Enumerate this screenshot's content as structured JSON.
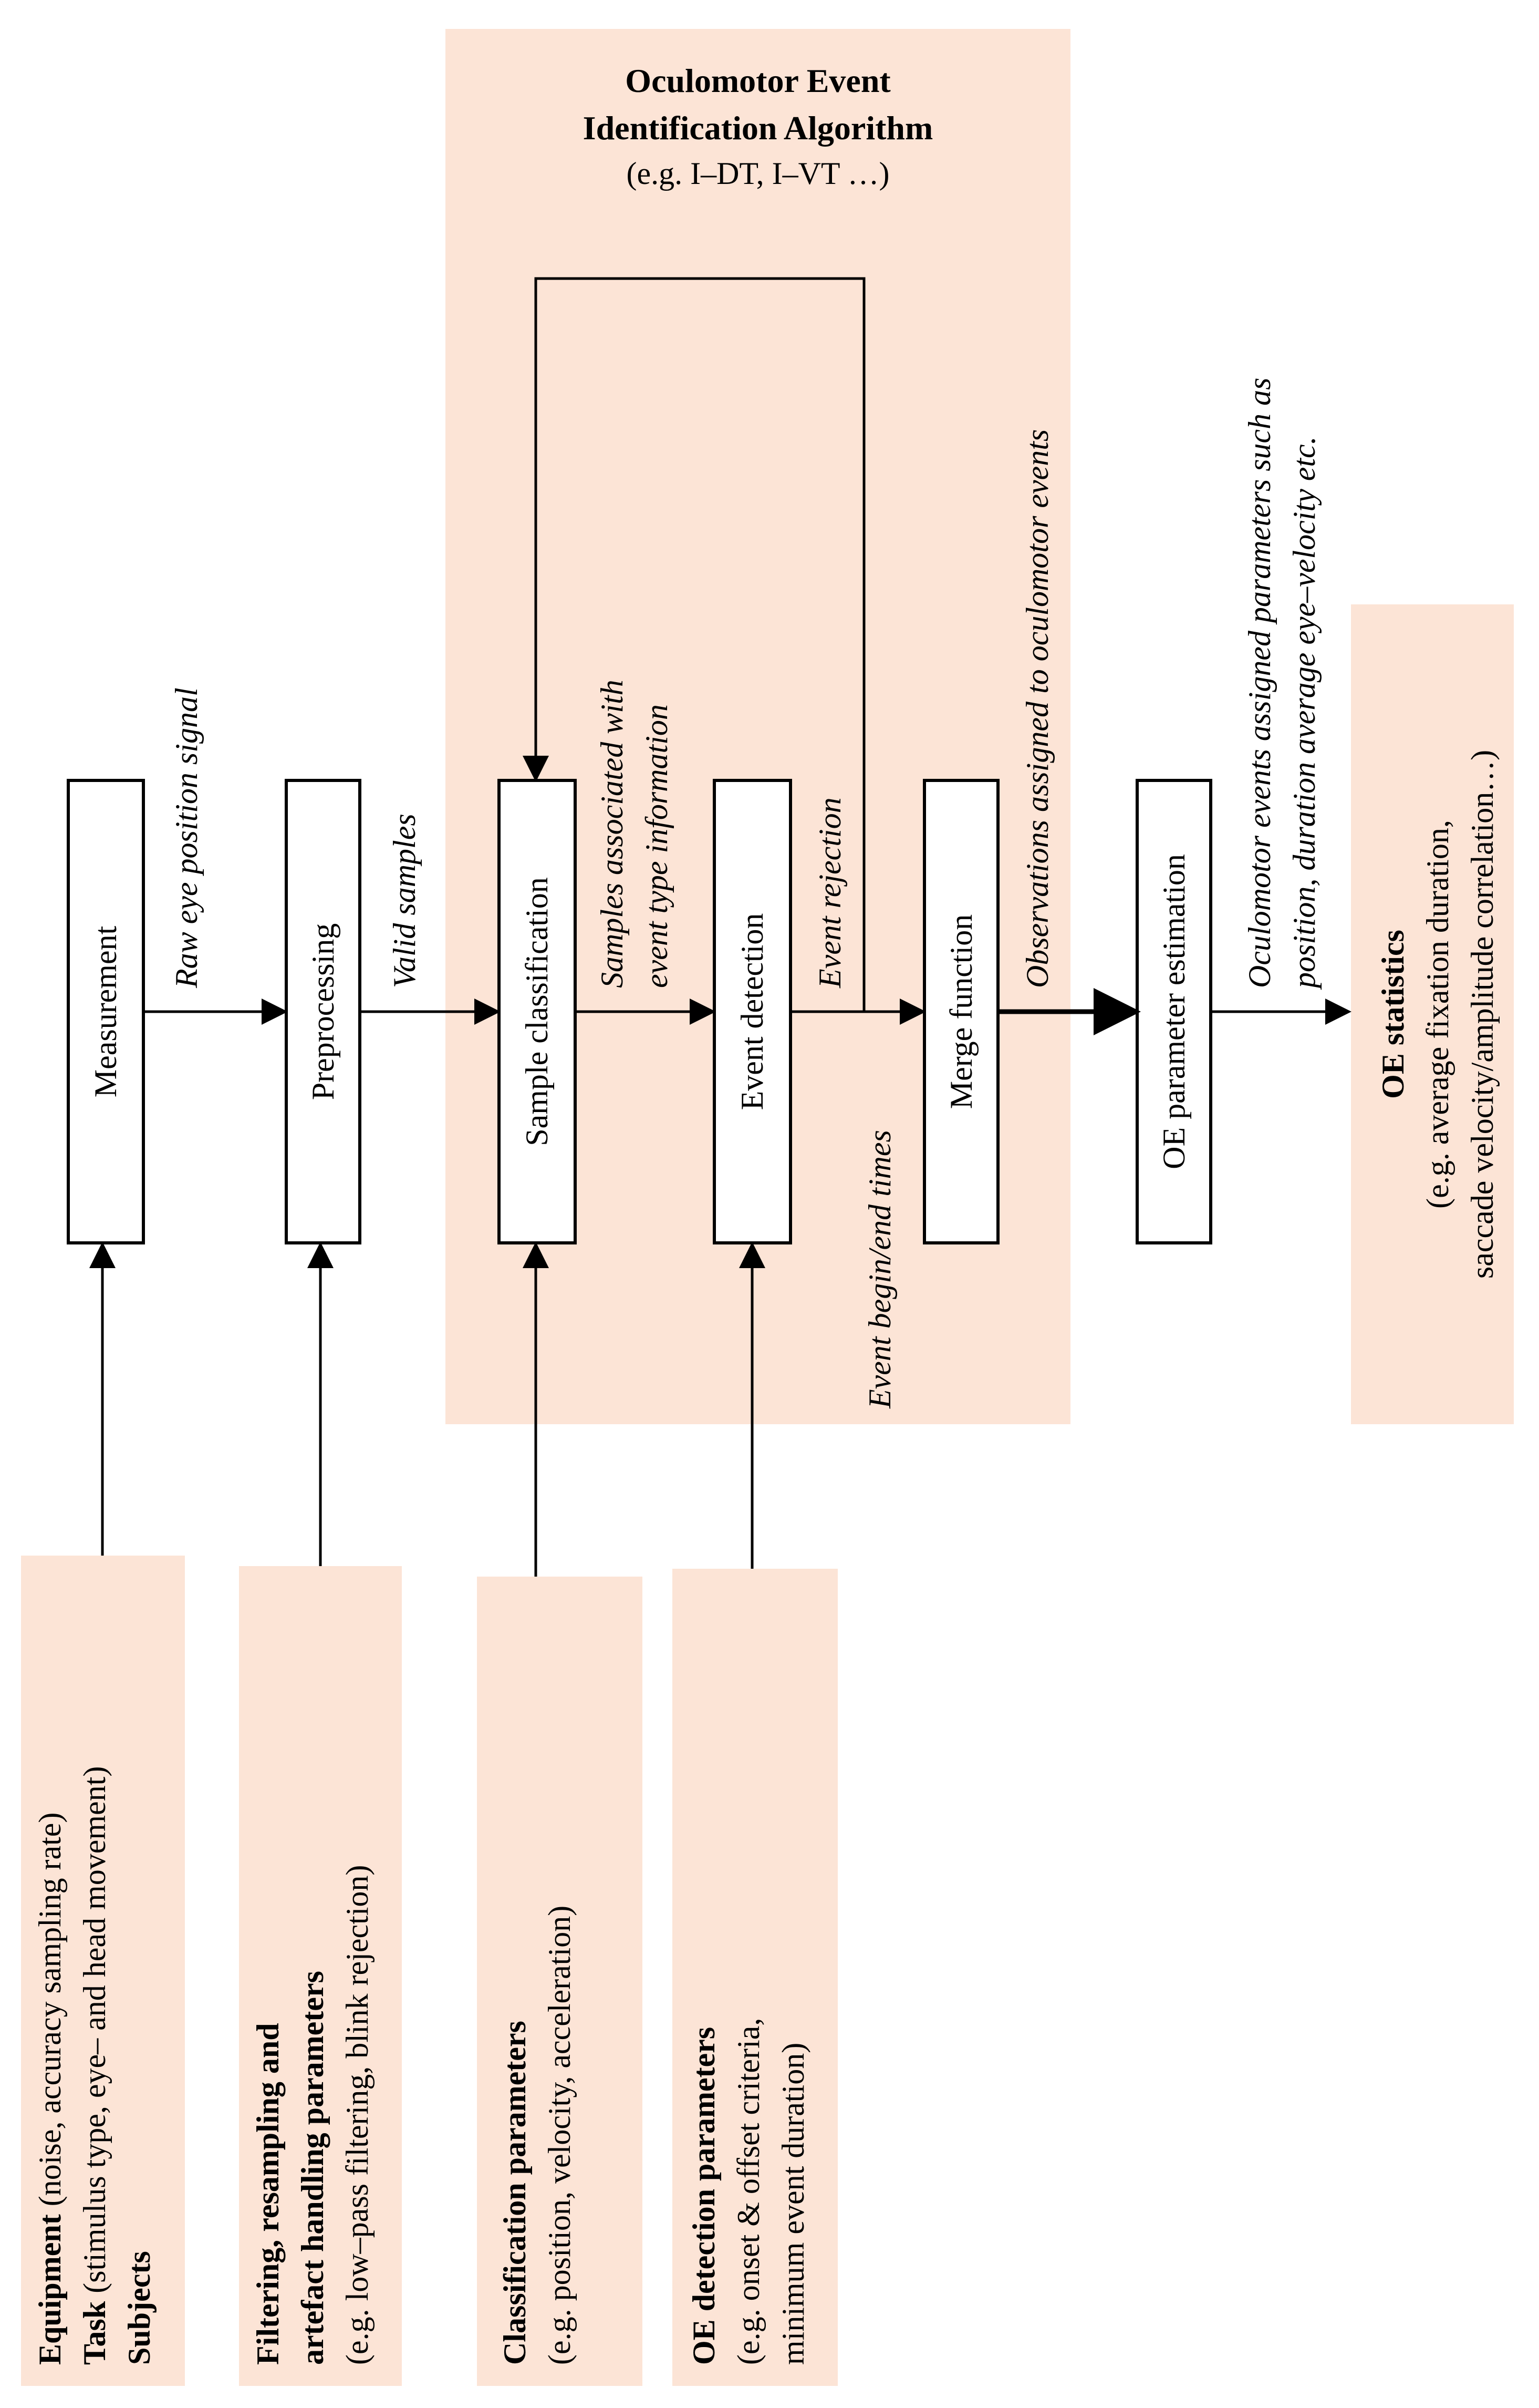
{
  "colors": {
    "panel_fill": "#fce4d6",
    "stroke": "#000000",
    "background": "#ffffff"
  },
  "algorithm_panel": {
    "title_line1": "Oculomotor Event",
    "title_line2": "Identification Algorithm",
    "subtitle": "(e.g. I–DT, I–VT …)"
  },
  "process_boxes": {
    "measurement": "Measurement",
    "preprocessing": "Preprocessing",
    "sample_classification": "Sample classification",
    "event_detection": "Event detection",
    "merge_function": "Merge function",
    "oe_parameter_estimation": "OE parameter estimation"
  },
  "edge_labels": {
    "raw_signal": "Raw eye position signal",
    "valid_samples": "Valid samples",
    "samples_associated_line1": "Samples associated with",
    "samples_associated_line2": "event type information",
    "event_rejection": "Event rejection",
    "event_begin_end": "Event begin/end times",
    "observations_assigned": "Observations assigned to oculomotor events",
    "oculomotor_params_line1": "Oculomotor events assigned parameters such as",
    "oculomotor_params_line2": "position, duration average eye–velocity etc."
  },
  "oe_statistics": {
    "title": "OE statistics",
    "line1": "(e.g. average fixation duration,",
    "line2": "saccade velocity/amplitude correlation…)"
  },
  "input_boxes": {
    "equipment": {
      "line1_bold": "Equipment",
      "line1_rest": " (noise, accuracy sampling rate)",
      "line2_bold": "Task",
      "line2_rest": " (stimulus type, eye– and head movement)",
      "line3_bold": "Subjects"
    },
    "filtering": {
      "line1": "Filtering, resampling and",
      "line2": "artefact handling parameters",
      "line3": "(e.g. low–pass filtering, blink rejection)"
    },
    "classification": {
      "line1": "Classification parameters",
      "line2": "(e.g. position, velocity, acceleration)"
    },
    "oe_detection": {
      "line1": "OE detection parameters",
      "line2": "(e.g. onset & offset criteria,",
      "line3": "minimum event duration)"
    }
  }
}
